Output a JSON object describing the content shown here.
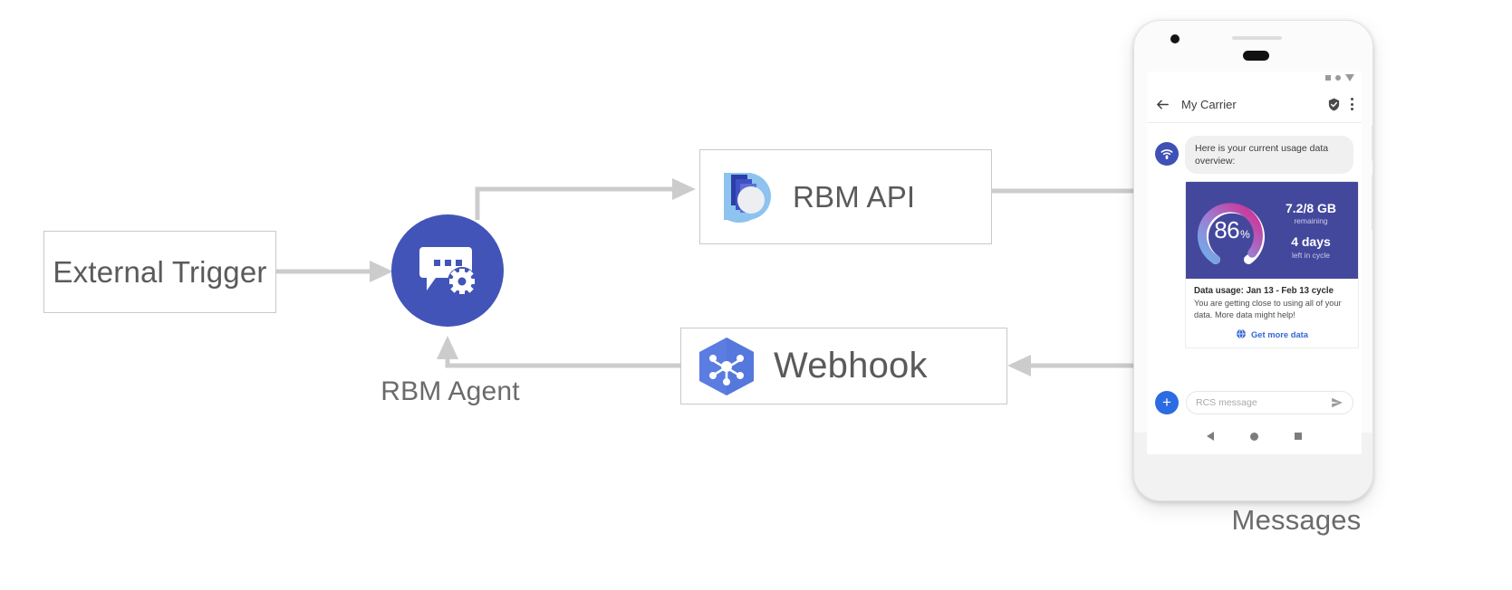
{
  "diagram": {
    "nodes": {
      "external_trigger": {
        "label": "External Trigger"
      },
      "rbm_agent": {
        "caption": "RBM Agent",
        "icon": "chat-gear-icon",
        "color": "#4354b8"
      },
      "rbm_api": {
        "label": "RBM API",
        "icon": "rbm-droplet-icon"
      },
      "webhook": {
        "label": "Webhook",
        "icon": "webhook-hexagon-icon"
      },
      "messages": {
        "caption": "Messages"
      }
    },
    "connector_color": "#cccccc"
  },
  "phone": {
    "statusbar": {
      "icons": [
        "square-icon",
        "dot-icon",
        "triangle-icon"
      ]
    },
    "appbar": {
      "back_icon": "arrow-left-icon",
      "title": "My Carrier",
      "verified_icon": "shield-check-icon",
      "overflow_icon": "more-vertical-icon"
    },
    "conversation": {
      "avatar_icon": "wifi-icon",
      "bubble_text": "Here is your current usage data overview:",
      "card": {
        "gauge": {
          "percent": "86",
          "percent_symbol": "%",
          "accent_start": "#6fb0e8",
          "accent_end": "#d6298e"
        },
        "data_value": "7.2/8 GB",
        "data_sub": "remaining",
        "days_value": "4 days",
        "days_sub": "left in cycle",
        "hero_bg": "#44489c",
        "title": "Data usage: Jan 13 - Feb 13 cycle",
        "description": "You are getting close to using all of your data. More data might help!",
        "action_icon": "globe-icon",
        "action_label": "Get more data",
        "action_color": "#3367d6"
      }
    },
    "composer": {
      "add_icon": "plus-icon",
      "placeholder": "RCS message",
      "send_icon": "send-icon"
    },
    "navbar": {
      "back_icon": "nav-back-icon",
      "home_icon": "nav-home-icon",
      "recents_icon": "nav-recents-icon"
    }
  }
}
